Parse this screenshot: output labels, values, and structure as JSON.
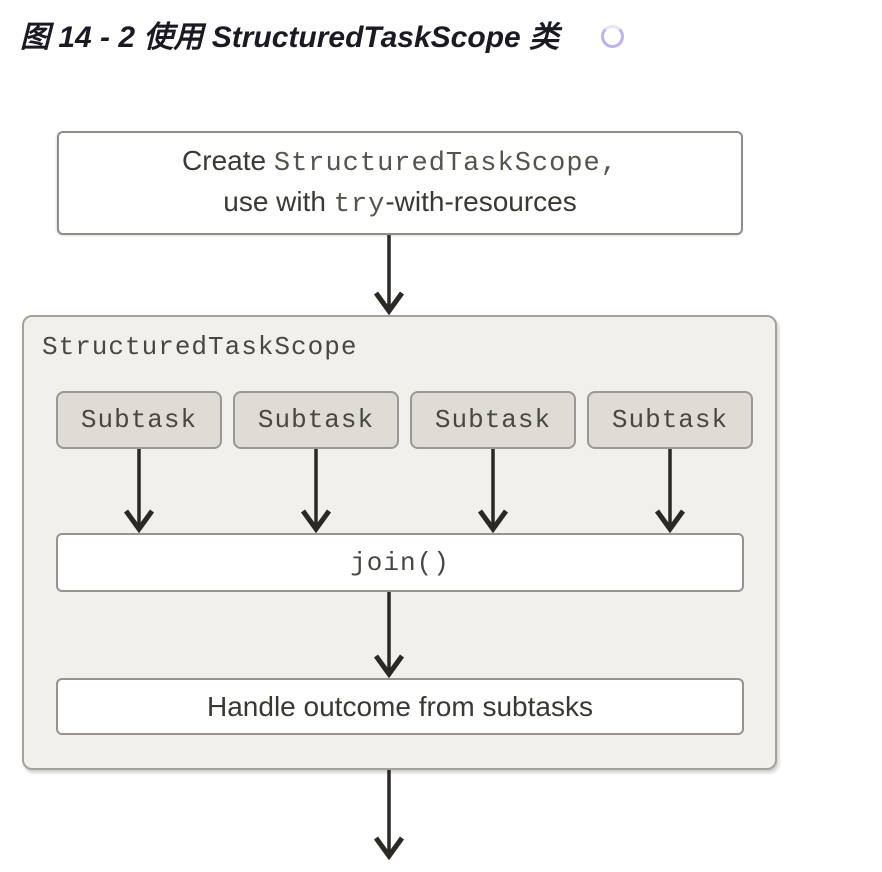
{
  "title": {
    "text": "图 14 - 2 使用 StructuredTaskScope 类"
  },
  "create_node": {
    "line1_sans": "Create ",
    "line1_mono": "StructuredTaskScope,",
    "line2_sans_a": "use with ",
    "line2_mono": "try",
    "line2_sans_b": "-with-resources"
  },
  "scope_group": {
    "label": "StructuredTaskScope",
    "subtasks": [
      "Subtask",
      "Subtask",
      "Subtask",
      "Subtask"
    ],
    "join_label": "join()",
    "handle_label": "Handle outcome from subtasks"
  },
  "icons": {
    "ring": "loading-ring"
  },
  "colors": {
    "ring_accent": "#b9b3ef",
    "group_background": "#f1f0ed",
    "subtask_background": "#dedcd5",
    "box_border": "#8f8d88",
    "arrow": "#2b2925",
    "title_text": "#1a1a22",
    "mono_text": "#4a4742",
    "sans_text": "#3a3833"
  }
}
